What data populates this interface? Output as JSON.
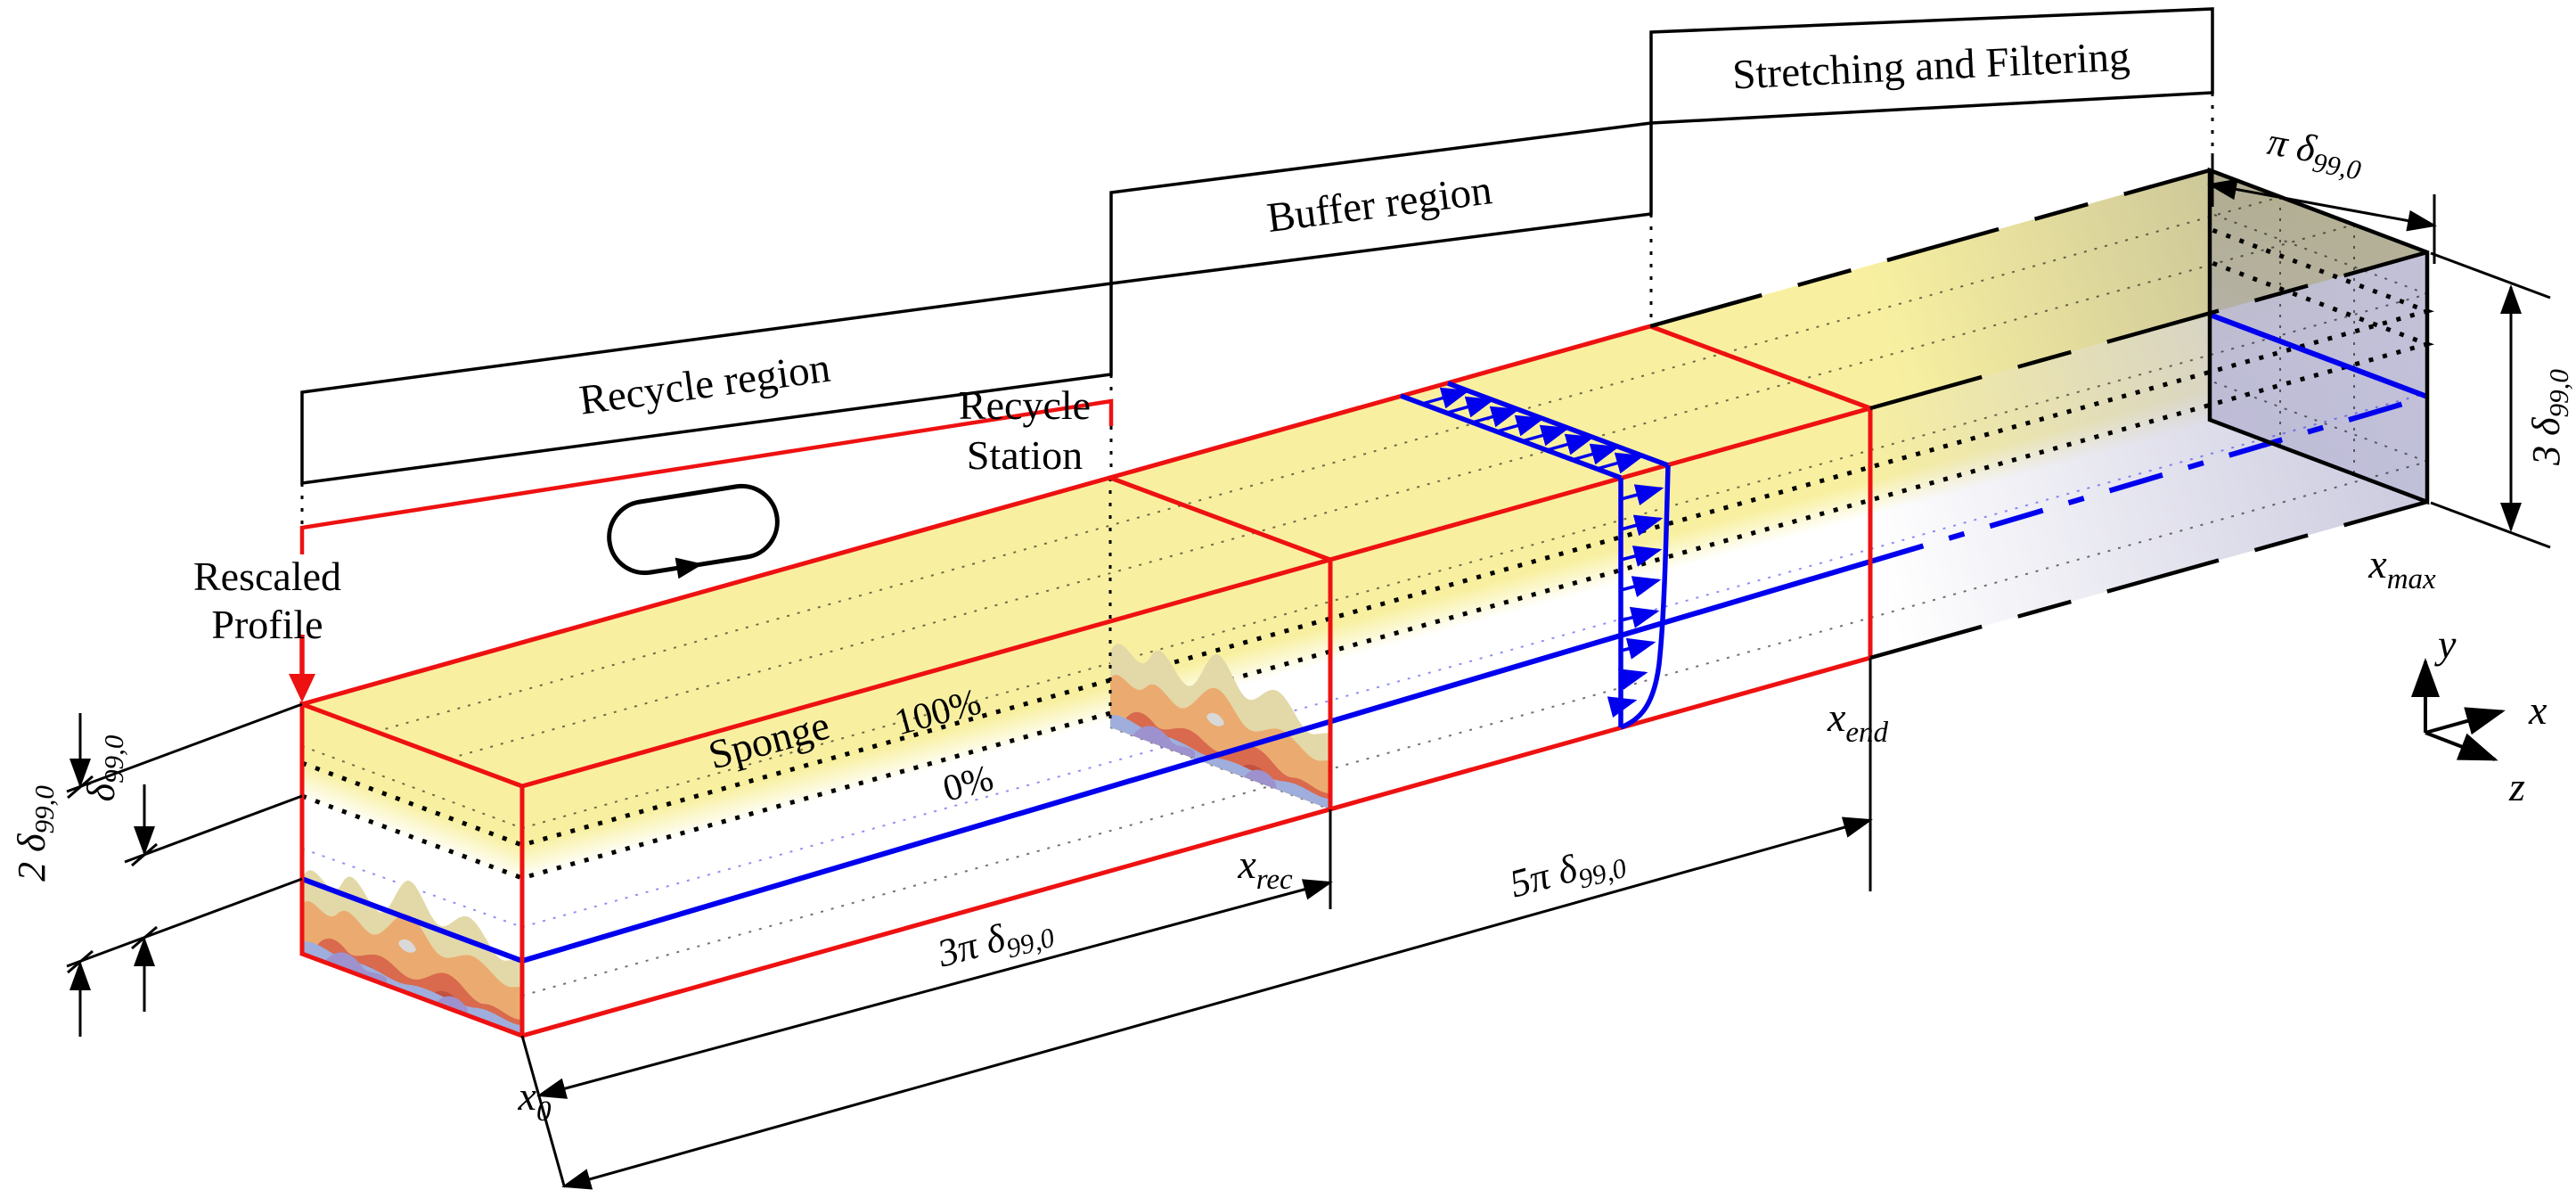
{
  "figure_type": "simulation-domain-schematic",
  "regions": {
    "recycle": "Recycle region",
    "buffer": "Buffer region",
    "stretching": "Stretching and Filtering"
  },
  "annotations": {
    "recycle_station_line1": "Recycle",
    "recycle_station_line2": "Station",
    "rescaled_line1": "Rescaled",
    "rescaled_line2": "Profile",
    "sponge": "Sponge",
    "sponge_100": "100%",
    "sponge_0": "0%"
  },
  "dimensions": {
    "span_width": {
      "main": "π δ",
      "sub": "99,0"
    },
    "height": {
      "main": "3 δ",
      "sub": "99,0"
    },
    "two_delta": {
      "main": "2 δ",
      "sub": "99,0"
    },
    "delta": {
      "main": "δ",
      "sub": "99,0"
    },
    "recycle_len": {
      "main": "3π δ",
      "sub": "99,0"
    },
    "buffer_len": {
      "main": "5π δ",
      "sub": "99,0"
    }
  },
  "stations": {
    "x0": {
      "main": "x",
      "sub": "0"
    },
    "xrec": {
      "main": "x",
      "sub": "rec"
    },
    "xend": {
      "main": "x",
      "sub": "end"
    },
    "xmax": {
      "main": "x",
      "sub": "max"
    }
  },
  "axes": {
    "x": "x",
    "y": "y",
    "z": "z"
  },
  "colors": {
    "outline_red": "#ee1111",
    "flow_blue": "#0000ee",
    "sponge_yellow": "#f8f0a0",
    "stretch_olive": "#b5b196",
    "stretch_lavender": "#c3c2da",
    "contour_khaki": "#e3d9a8",
    "contour_orange": "#ebab70",
    "contour_red": "#d96a4e",
    "contour_blue": "#9fAedc",
    "contour_purple": "#9d92cd",
    "edge_black": "#000000"
  }
}
